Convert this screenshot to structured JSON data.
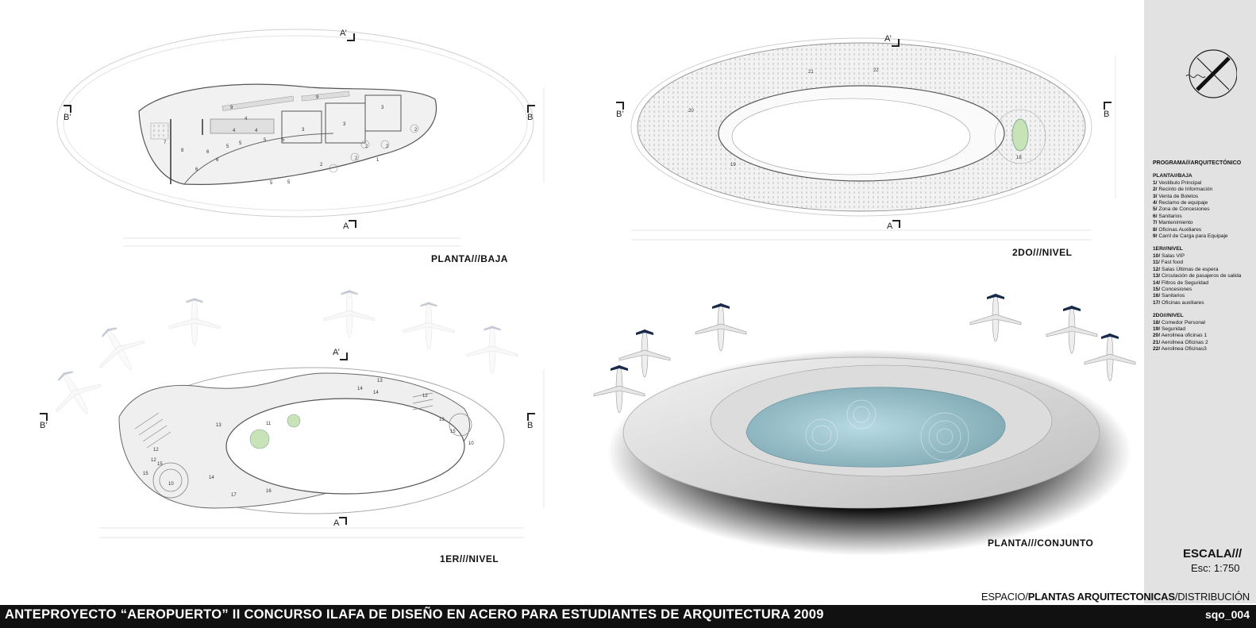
{
  "plans": {
    "ground": {
      "title": "PLANTA///BAJA",
      "room_numbers": [
        "9",
        "9",
        "3",
        "3",
        "3",
        "2",
        "2",
        "2",
        "2",
        "2",
        "1",
        "4",
        "4",
        "4",
        "5",
        "5",
        "5",
        "5",
        "5",
        "5",
        "7",
        "8",
        "6",
        "6",
        "6"
      ]
    },
    "second": {
      "title": "2DO///NIVEL",
      "room_numbers": [
        "21",
        "22",
        "20",
        "19",
        "18"
      ]
    },
    "first": {
      "title": "1ER///NIVEL",
      "room_numbers": [
        "13",
        "13",
        "14",
        "14",
        "12",
        "12",
        "11",
        "15",
        "15",
        "10",
        "10",
        "12",
        "15",
        "13",
        "14",
        "17",
        "16"
      ]
    },
    "site": {
      "title": "PLANTA///CONJUNTO"
    }
  },
  "section_marks": {
    "a_top": "A’",
    "a_bottom": "A",
    "b_left": "B’",
    "b_right": "B"
  },
  "program": {
    "title": "PROGRAMA///ARQUITECTÓNICO",
    "levels": [
      {
        "name": "PLANTA///BAJA",
        "items": [
          {
            "num": "1/",
            "label": "Vestibulo Principal"
          },
          {
            "num": "2/",
            "label": "Recinto de Información"
          },
          {
            "num": "3/",
            "label": "Venta de Boletos"
          },
          {
            "num": "4/",
            "label": "Reclamo de equipaje"
          },
          {
            "num": "5/",
            "label": "Zona de Concesiones"
          },
          {
            "num": "6/",
            "label": "Sanitarios"
          },
          {
            "num": "7/",
            "label": "Mantenimiento"
          },
          {
            "num": "8/",
            "label": "Oficinas Auxiliares"
          },
          {
            "num": "9/",
            "label": "Carril de Carga para Equipaje"
          }
        ]
      },
      {
        "name": "1ER///NIVEL",
        "items": [
          {
            "num": "10/",
            "label": "Salas VIP"
          },
          {
            "num": "11/",
            "label": "Fast food"
          },
          {
            "num": "12/",
            "label": "Salas Últimas de espera"
          },
          {
            "num": "13/",
            "label": "Circulación de pasajeros de salida"
          },
          {
            "num": "14/",
            "label": "Filtros de Seguridad"
          },
          {
            "num": "15/",
            "label": "Concesiones"
          },
          {
            "num": "16/",
            "label": "Sanitarios"
          },
          {
            "num": "17/",
            "label": "Oficinas auxiliares"
          }
        ]
      },
      {
        "name": "2DO///NIVEL",
        "items": [
          {
            "num": "18/",
            "label": "Comedor Personal"
          },
          {
            "num": "19/",
            "label": "Seguridad"
          },
          {
            "num": "20/",
            "label": "Aerolinea oficinas 1"
          },
          {
            "num": "21/",
            "label": "Aerolinea Oficinas 2"
          },
          {
            "num": "22/",
            "label": "Aerolinea  Oficinas3"
          }
        ]
      }
    ]
  },
  "scale": {
    "title": "ESCALA///",
    "value": "Esc: 1:750"
  },
  "footer": {
    "prefix": "ESPACIO/",
    "emphasis": "PLANTAS ARQUITECTONICAS",
    "suffix": "/DISTRIBUCIÓN",
    "main_title": "ANTEPROYECTO “AEROPUERTO” II CONCURSO ILAFA DE DISEÑO EN ACERO PARA ESTUDIANTES DE ARQUITECTURA 2009",
    "sheet_id": "sqo_004"
  },
  "colors": {
    "band": "#111111",
    "sidebar": "#e2e2e2",
    "water": "#9fc6cf",
    "planes_tail": "#1a2a4a",
    "courtyard_green": "#c9e3b8"
  }
}
